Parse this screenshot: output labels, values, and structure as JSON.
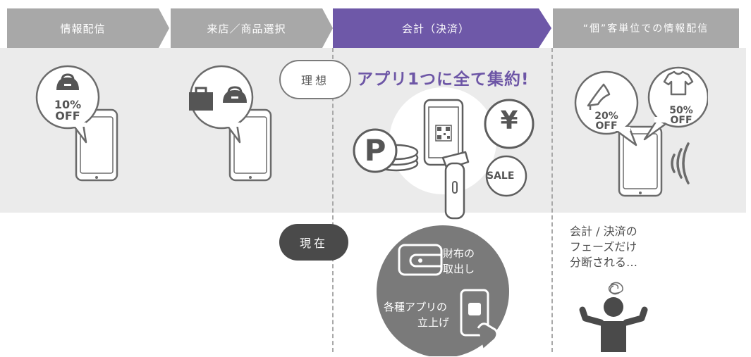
{
  "steps": [
    {
      "label": "情報配信"
    },
    {
      "label": "来店／商品選択"
    },
    {
      "label": "会計（決済）"
    },
    {
      "label": "“個”客単位での情報配信"
    }
  ],
  "colors": {
    "step_gray": "#a8a8a8",
    "step_active": "#6e58a8",
    "band": "#ebebeb",
    "headline": "#6d56a6",
    "dark": "#4a4a4a"
  },
  "ideal": {
    "badge": "理想",
    "headline": "アプリ1つに全て集約!",
    "icons": {
      "point": "P",
      "yen": "¥",
      "sale": "SALE"
    }
  },
  "current": {
    "badge": "現在",
    "wallet_line1": "財布の",
    "wallet_line2": "取出し",
    "apps_line1": "各種アプリの",
    "apps_line2": "立上げ",
    "note_line1": "会計 / 決済の",
    "note_line2": "フェーズだけ",
    "note_line3": "分断される…"
  },
  "bubbles": {
    "coupon1_pct": "10%",
    "coupon1_off": "OFF",
    "coupon2_pct": "20%",
    "coupon2_off": "OFF",
    "coupon3_pct": "50%",
    "coupon3_off": "OFF"
  }
}
